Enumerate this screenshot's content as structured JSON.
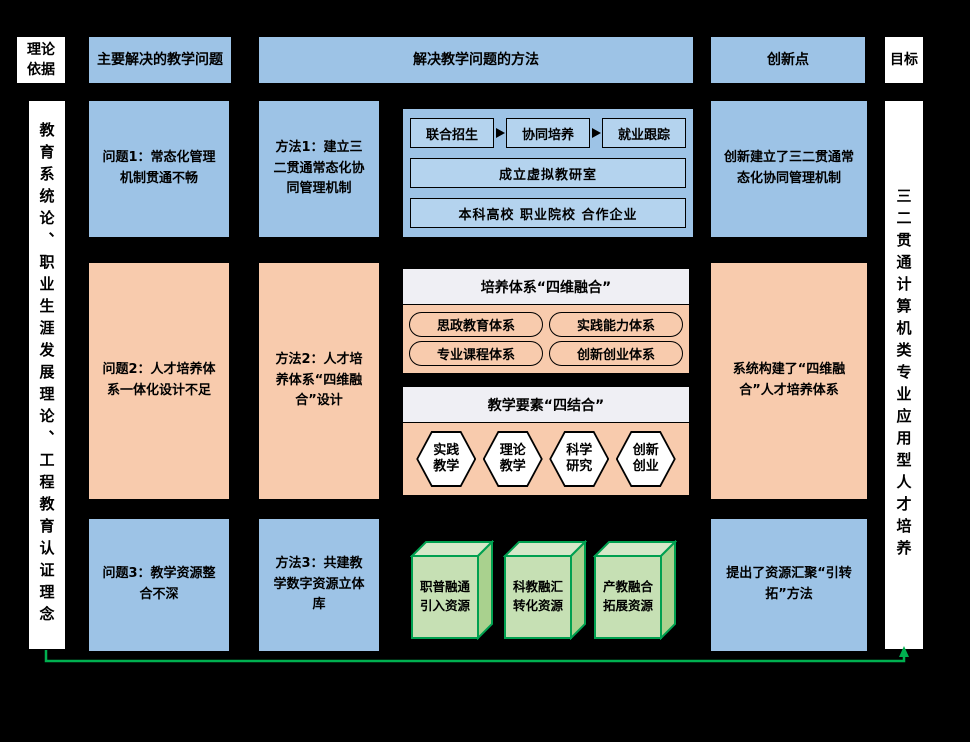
{
  "colors": {
    "background": "#000000",
    "blue": "#9DC3E6",
    "peach": "#F8CBAD",
    "white": "#FFFFFF",
    "panel_header": "#EFEFF4",
    "cube_fill": "#C6E0B4",
    "cube_side": "#A9D18E",
    "cube_top": "#D6E8C9",
    "green_line": "#00B050"
  },
  "header": {
    "theory": "理论依据",
    "problems": "主要解决的教学问题",
    "methods": "解决教学问题的方法",
    "innovation": "创新点",
    "goal": "目标"
  },
  "sidebars": {
    "left": "教育系统论、职业生涯发展理论、工程教育认证理念",
    "right": "三二贯通计算机类专业应用型人才培养"
  },
  "rows": [
    {
      "problem": "问题1：常态化管理机制贯通不畅",
      "method": "方法1：建立三二贯通常态化协同管理机制",
      "innovation": "创新建立了三二贯通常态化协同管理机制",
      "detail": {
        "chain": [
          "联合招生",
          "协同培养",
          "就业跟踪"
        ],
        "middle": "成立虚拟教研室",
        "bottom": "本科高校 职业院校 合作企业"
      }
    },
    {
      "problem": "问题2：人才培养体系一体化设计不足",
      "method": "方法2：人才培养体系“四维融合”设计",
      "innovation": "系统构建了“四维融合”人才培养体系",
      "panel_top": {
        "title": "培养体系“四维融合”",
        "items": [
          "思政教育体系",
          "实践能力体系",
          "专业课程体系",
          "创新创业体系"
        ]
      },
      "panel_bottom": {
        "title": "教学要素“四结合”",
        "items": [
          "实践教学",
          "理论教学",
          "科学研究",
          "创新创业"
        ]
      }
    },
    {
      "problem": "问题3：教学资源整合不深",
      "method": "方法3：共建教学数字资源立体库",
      "innovation": "提出了资源汇聚“引转拓”方法",
      "cubes": [
        "职普融通引入资源",
        "科教融汇转化资源",
        "产教融合拓展资源"
      ]
    }
  ]
}
